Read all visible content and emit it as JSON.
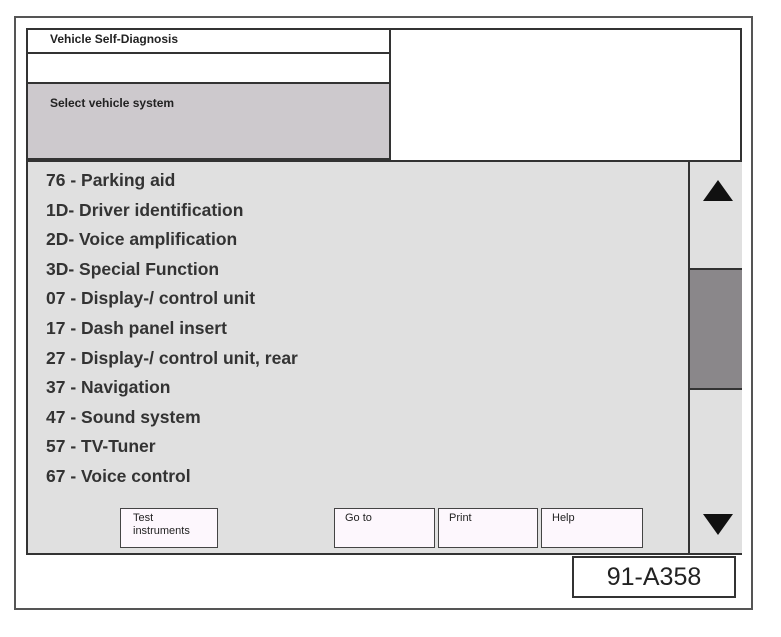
{
  "header": {
    "title": "Vehicle Self-Diagnosis",
    "prompt": "Select vehicle system"
  },
  "systems": [
    "76 - Parking aid",
    "1D- Driver identification",
    "2D- Voice amplification",
    "3D- Special Function",
    "07 - Display-/ control unit",
    "17 - Dash panel insert",
    "27 - Display-/ control unit, rear",
    "37 - Navigation",
    "47 - Sound system",
    "57 - TV-Tuner",
    "67 - Voice control"
  ],
  "buttons": {
    "test_line1": "Test",
    "test_line2": "instruments",
    "goto": "Go to",
    "print": "Print",
    "help": "Help"
  },
  "figure_ref": "91-A358",
  "colors": {
    "list_bg": "#e0e0e0",
    "prompt_bg": "#cdc9cd",
    "scroll_thumb": "#8a878a",
    "button_bg": "#fdf7fd"
  },
  "icons": {
    "scroll_up": "triangle-up-icon",
    "scroll_down": "triangle-down-icon"
  }
}
